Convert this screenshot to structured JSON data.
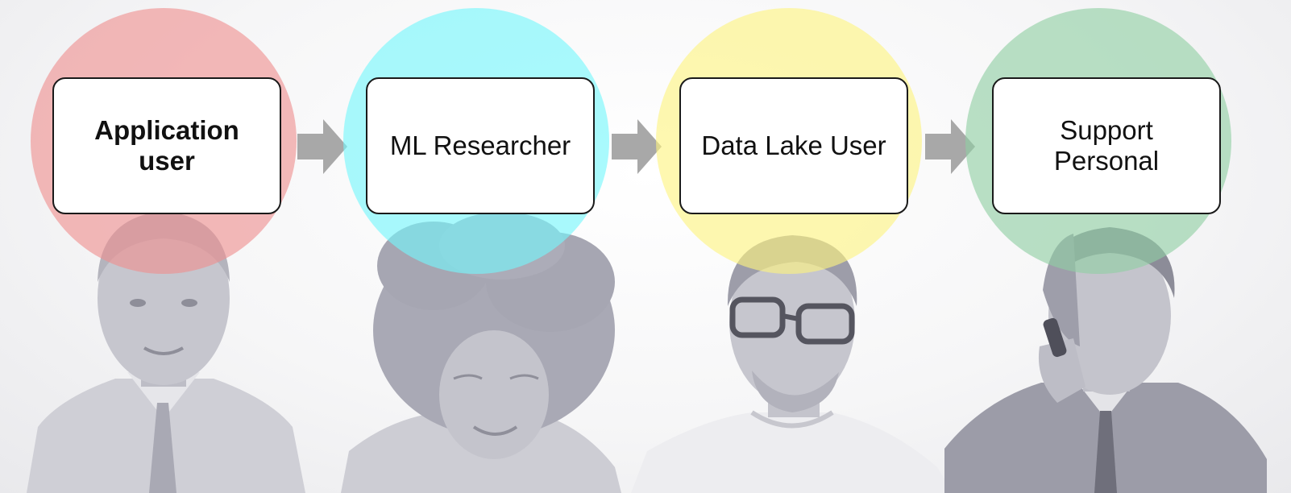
{
  "personas": [
    {
      "label": "Application user",
      "color": "#ef8f8f",
      "bold": true
    },
    {
      "label": "ML Researcher",
      "color": "#74f7fb",
      "bold": false
    },
    {
      "label": "Data Lake User",
      "color": "#fdf37f",
      "bold": false
    },
    {
      "label": "Support Personal",
      "color": "#8fcea3",
      "bold": false
    }
  ],
  "flow_arrow": {
    "icon": "right-arrow-icon",
    "color": "#a8a8a8"
  }
}
